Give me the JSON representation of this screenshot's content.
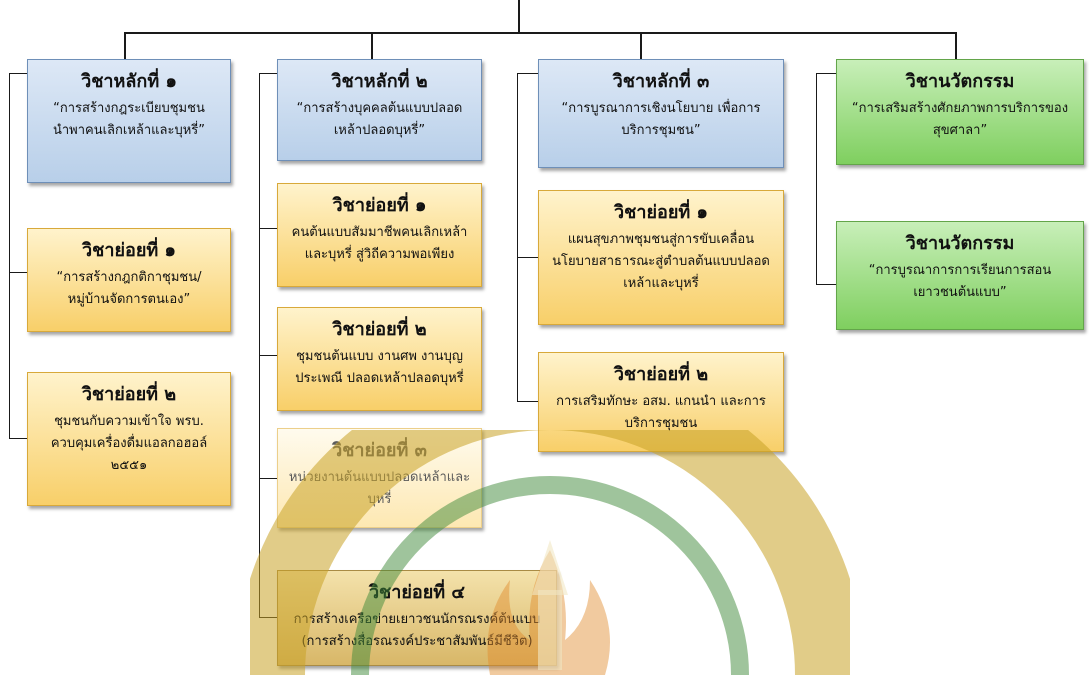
{
  "columns": [
    {
      "main": {
        "title": "วิชาหลักที่ ๑",
        "desc": "“การสร้างกฎระเบียบชุมชน นำพาคนเลิกเหล้าและบุหรี่”"
      },
      "subs": [
        {
          "title": "วิชาย่อยที่ ๑",
          "desc": "“การสร้างกฎกติกาชุมชน/ หมู่บ้านจัดการตนเอง”"
        },
        {
          "title": "วิชาย่อยที่ ๒",
          "desc": "ชุมชนกับความเข้าใจ พรบ. ควบคุมเครื่องดื่มแอลกอฮอล์ ๒๕๕๑"
        }
      ]
    },
    {
      "main": {
        "title": "วิชาหลักที่ ๒",
        "desc": "“การสร้างบุคคลต้นแบบปลอด เหล้าปลอดบุหรี่”"
      },
      "subs": [
        {
          "title": "วิชาย่อยที่ ๑",
          "desc": "คนต้นแบบสัมมาชีพคนเลิกเหล้า และบุหรี่ สู่วิถีความพอเพียง"
        },
        {
          "title": "วิชาย่อยที่ ๒",
          "desc": "ชุมชนต้นแบบ งานศพ งานบุญ ประเพณี ปลอดเหล้าปลอดบุหรี่"
        },
        {
          "title": "วิชาย่อยที่ ๓",
          "desc": "หน่วยงานต้นแบบปลอดเหล้าและ บุหรี่"
        },
        {
          "title": "วิชาย่อยที่ ๔",
          "desc": "การสร้างเครือข่ายเยาวชนนักรณรงค์ต้นแบบ (การสร้างสื่อรณรงค์ประชาสัมพันธ์มีชีวิต)"
        }
      ]
    },
    {
      "main": {
        "title": "วิชาหลักที่ ๓",
        "desc": "“การบูรณาการเชิงนโยบาย เพื่อการ บริการชุมชน”"
      },
      "subs": [
        {
          "title": "วิชาย่อยที่ ๑",
          "desc": "แผนสุขภาพชุมชนสู่การขับเคลื่อน นโยบายสาธารณะสู่ตำบลต้นแบบปลอด เหล้าและบุหรี่"
        },
        {
          "title": "วิชาย่อยที่ ๒",
          "desc": "การเสริมทักษะ อสม. แกนนำ และการ บริการชุมชน"
        }
      ]
    },
    {
      "main": {
        "title": "วิชานวัตกรรม",
        "desc": "“การเสริมสร้างศักยภาพการบริการของ สุขศาลา”"
      },
      "subs": [
        {
          "title": "วิชานวัตกรรม",
          "desc": "“การบูรณาการการเรียนการสอน เยาวชนต้นแบบ”"
        }
      ]
    }
  ],
  "colors": {
    "main_box": "#c6d9f1",
    "sub_box": "#fbd77a",
    "innovation_box": "#92d36e",
    "connector": "#1a1a1a",
    "watermark": "#c9a227"
  }
}
